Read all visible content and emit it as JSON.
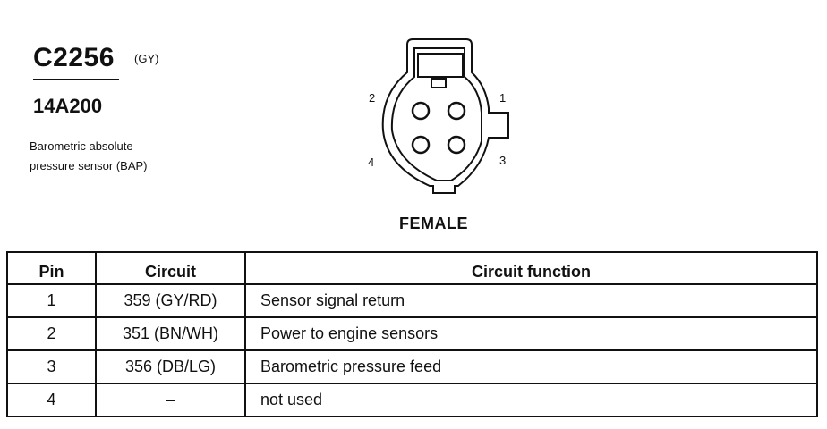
{
  "header": {
    "connector_id": "C2256",
    "connector_color": "(GY)",
    "part_number": "14A200",
    "description_line1": "Barometric absolute",
    "description_line2": "pressure sensor (BAP)"
  },
  "diagram": {
    "pin_labels": [
      "1",
      "2",
      "3",
      "4"
    ],
    "gender_label": "FEMALE"
  },
  "table": {
    "headers": [
      "Pin",
      "Circuit",
      "Circuit function"
    ],
    "rows": [
      {
        "pin": "1",
        "circuit": "359 (GY/RD)",
        "function": "Sensor signal return"
      },
      {
        "pin": "2",
        "circuit": "351 (BN/WH)",
        "function": "Power to engine sensors"
      },
      {
        "pin": "3",
        "circuit": "356 (DB/LG)",
        "function": "Barometric pressure feed"
      },
      {
        "pin": "4",
        "circuit": "–",
        "function": "not used"
      }
    ]
  }
}
